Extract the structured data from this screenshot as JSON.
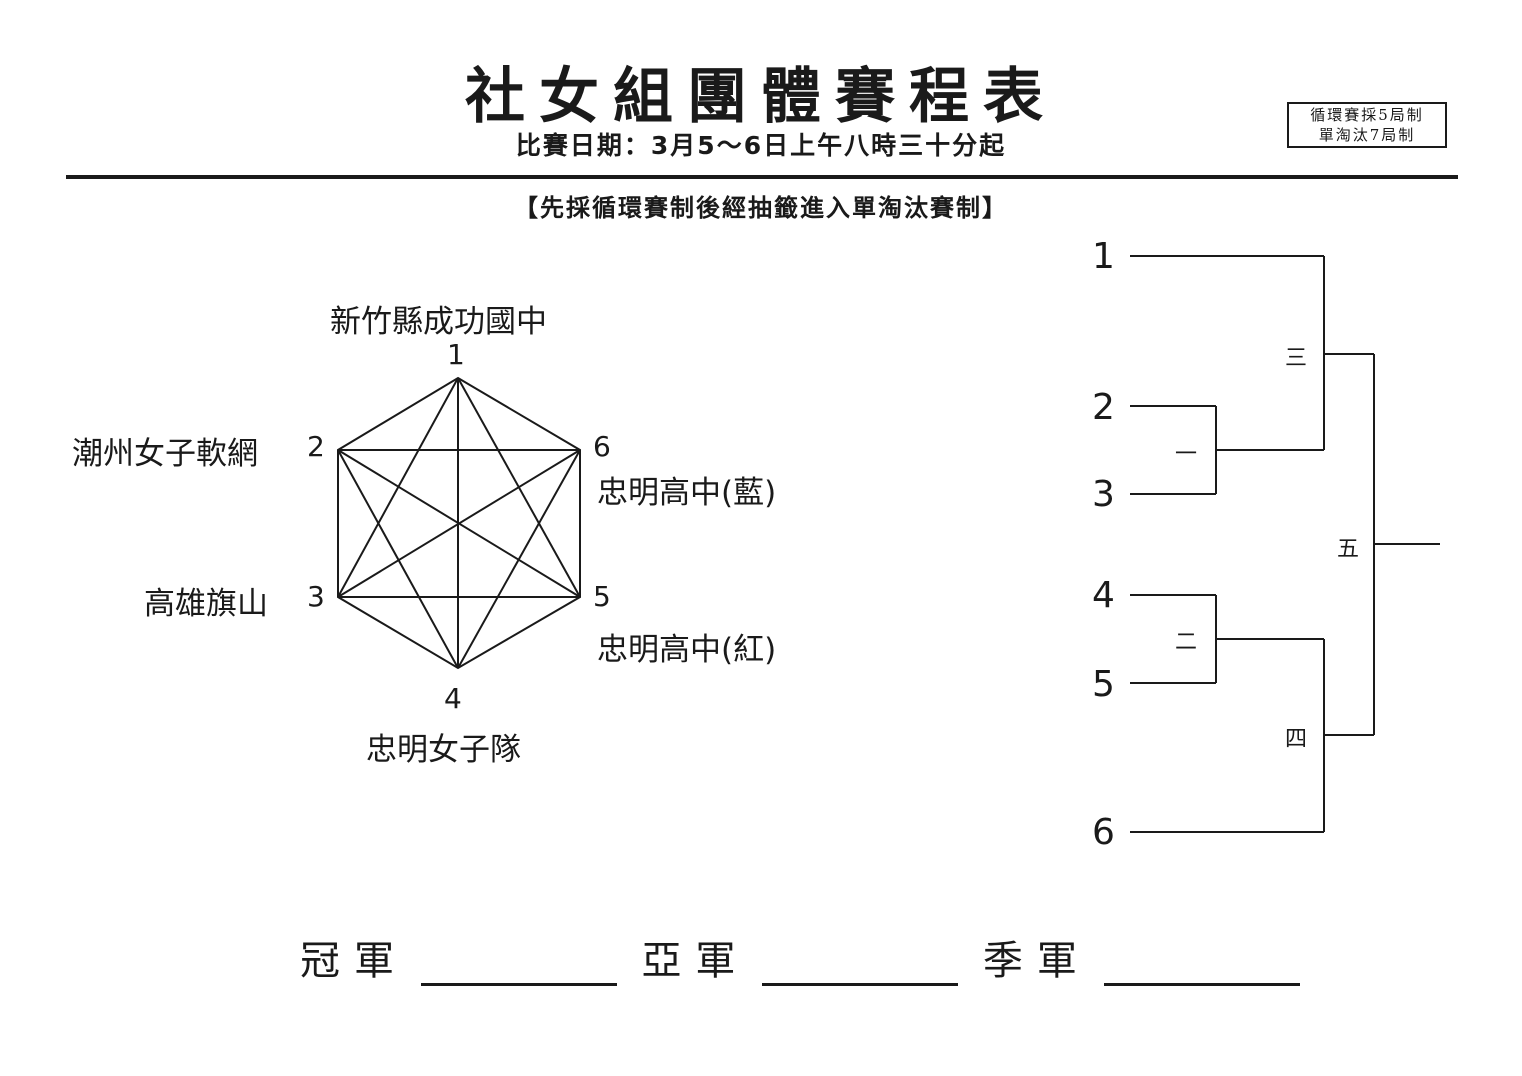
{
  "header": {
    "title": "社女組團體賽程表",
    "date": "比賽日期：3月5～6日上午八時三十分起",
    "format_box": [
      "循環賽採5局制",
      "單淘汰7局制"
    ],
    "subtitle": "【先採循環賽制後經抽籤進入單淘汰賽制】"
  },
  "round_robin": {
    "teams": [
      {
        "seed": "1",
        "name": "新竹縣成功國中"
      },
      {
        "seed": "2",
        "name": "潮州女子軟網"
      },
      {
        "seed": "3",
        "name": "高雄旗山"
      },
      {
        "seed": "4",
        "name": "忠明女子隊"
      },
      {
        "seed": "5",
        "name": "忠明高中(紅)"
      },
      {
        "seed": "6",
        "name": "忠明高中(藍)"
      }
    ]
  },
  "bracket": {
    "seeds": [
      "1",
      "2",
      "3",
      "4",
      "5",
      "6"
    ],
    "rounds": [
      "一",
      "二",
      "三",
      "四",
      "五"
    ]
  },
  "awards": {
    "champion": "冠軍",
    "runner_up": "亞軍",
    "third": "季軍"
  }
}
